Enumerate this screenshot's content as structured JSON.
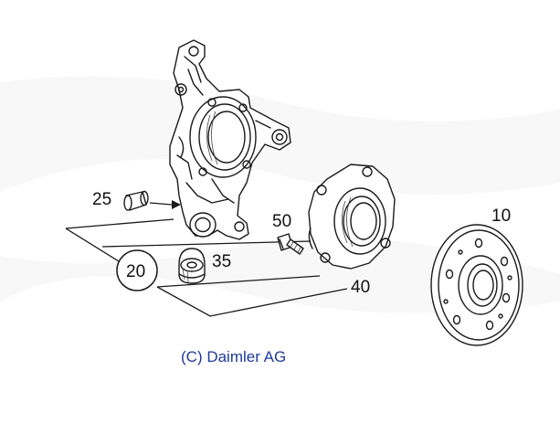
{
  "callouts": {
    "c10": "10",
    "c20": "20",
    "c25": "25",
    "c35": "35",
    "c40": "40",
    "c50": "50"
  },
  "copyright": "(C) Daimler AG",
  "colors": {
    "line": "#1a1a1a",
    "copyright_text": "#1e3a9a",
    "background": "#ffffff"
  }
}
